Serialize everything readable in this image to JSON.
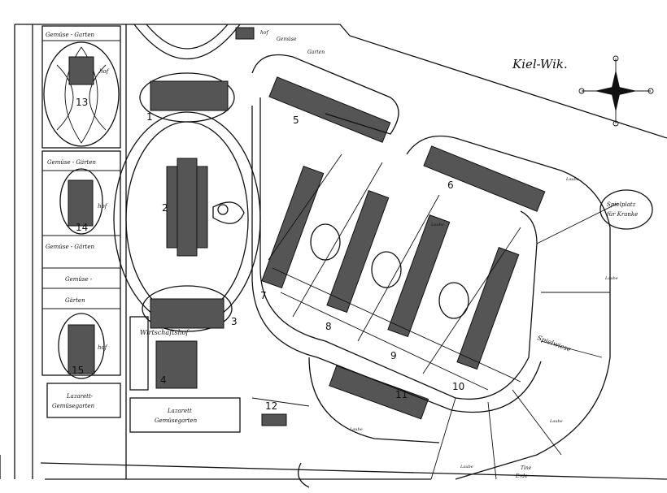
{
  "title": "Kiel-Wik.",
  "buildings": [
    {
      "num": "1"
    },
    {
      "num": "2"
    },
    {
      "num": "3"
    },
    {
      "num": "4"
    },
    {
      "num": "5"
    },
    {
      "num": "6"
    },
    {
      "num": "7"
    },
    {
      "num": "8"
    },
    {
      "num": "9"
    },
    {
      "num": "10"
    },
    {
      "num": "11"
    },
    {
      "num": "12"
    },
    {
      "num": "13"
    },
    {
      "num": "14"
    },
    {
      "num": "15"
    }
  ],
  "labels": {
    "gemuese_garten_top": "Gemüse - Garten",
    "gemuese_garten_left1": "Gemüse - Gärten",
    "hof_13": "hof",
    "hof_14": "hof",
    "hof_15": "hof",
    "gemuese_gaerten_14": "Gemüse - Gärten",
    "gemuese_split": "Gemüse -",
    "gaerten_split": "Gärten",
    "lazarett_left": "Lazarett-",
    "lazarett_left2": "Gemüsegarten",
    "lazarett_bottom": "Lazarett",
    "lazarett_bottom2": "Gemüsegarten",
    "wirtschaftshof": "Wirtschaftshof",
    "spielplatz": "Spielplatz",
    "fuer_kranke": "für Kranke",
    "spielwiese": "Spielwiese",
    "laube1": "Laube",
    "laube2": "Laube",
    "laube3": "Laube",
    "laube4": "Laube",
    "laube5": "Laube",
    "laube6": "Laube",
    "hof_top": "hof",
    "gemuese_top": "Gemüse",
    "garten_top": "Garten",
    "tine_erde": "Tine",
    "tine_erde2": "Erde"
  },
  "compass": {
    "icon": "compass-rose-icon"
  }
}
